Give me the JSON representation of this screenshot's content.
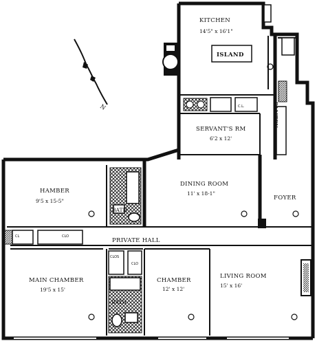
{
  "rooms": {
    "kitchen": {
      "name": "KITCHEN",
      "dims": "14'5\" x 16'1\"",
      "island": "ISLAND"
    },
    "servants": {
      "name": "SERVANT'S RM",
      "dims": "6'2 x 12'"
    },
    "pantry": {
      "name": "PANTRY"
    },
    "dining": {
      "name": "DINING ROOM",
      "dims": "11' x 18-1\""
    },
    "foyer": {
      "name": "FOYER"
    },
    "chamber_top": {
      "name": "HAMBER",
      "dims": "9'5 x 15-5\""
    },
    "main_chamber": {
      "name": "MAIN CHAMBER",
      "dims": "19'5 x 15'"
    },
    "chamber": {
      "name": "CHAMBER",
      "dims": "12' x 12'"
    },
    "living": {
      "name": "LIVING ROOM",
      "dims": "15' x 16'"
    },
    "bath1": {
      "name": "BATH"
    },
    "bath2": {
      "name": "BATH"
    },
    "hall": {
      "name": "PRIVATE HALL"
    },
    "closets": [
      "CL",
      "CLO",
      "CLOS",
      "CLO"
    ]
  },
  "colors": {
    "ink": "#111111",
    "paper": "#ffffff"
  },
  "icons": [
    "compass-arrow-icon",
    "fireplace-icon",
    "radiator-icon"
  ]
}
